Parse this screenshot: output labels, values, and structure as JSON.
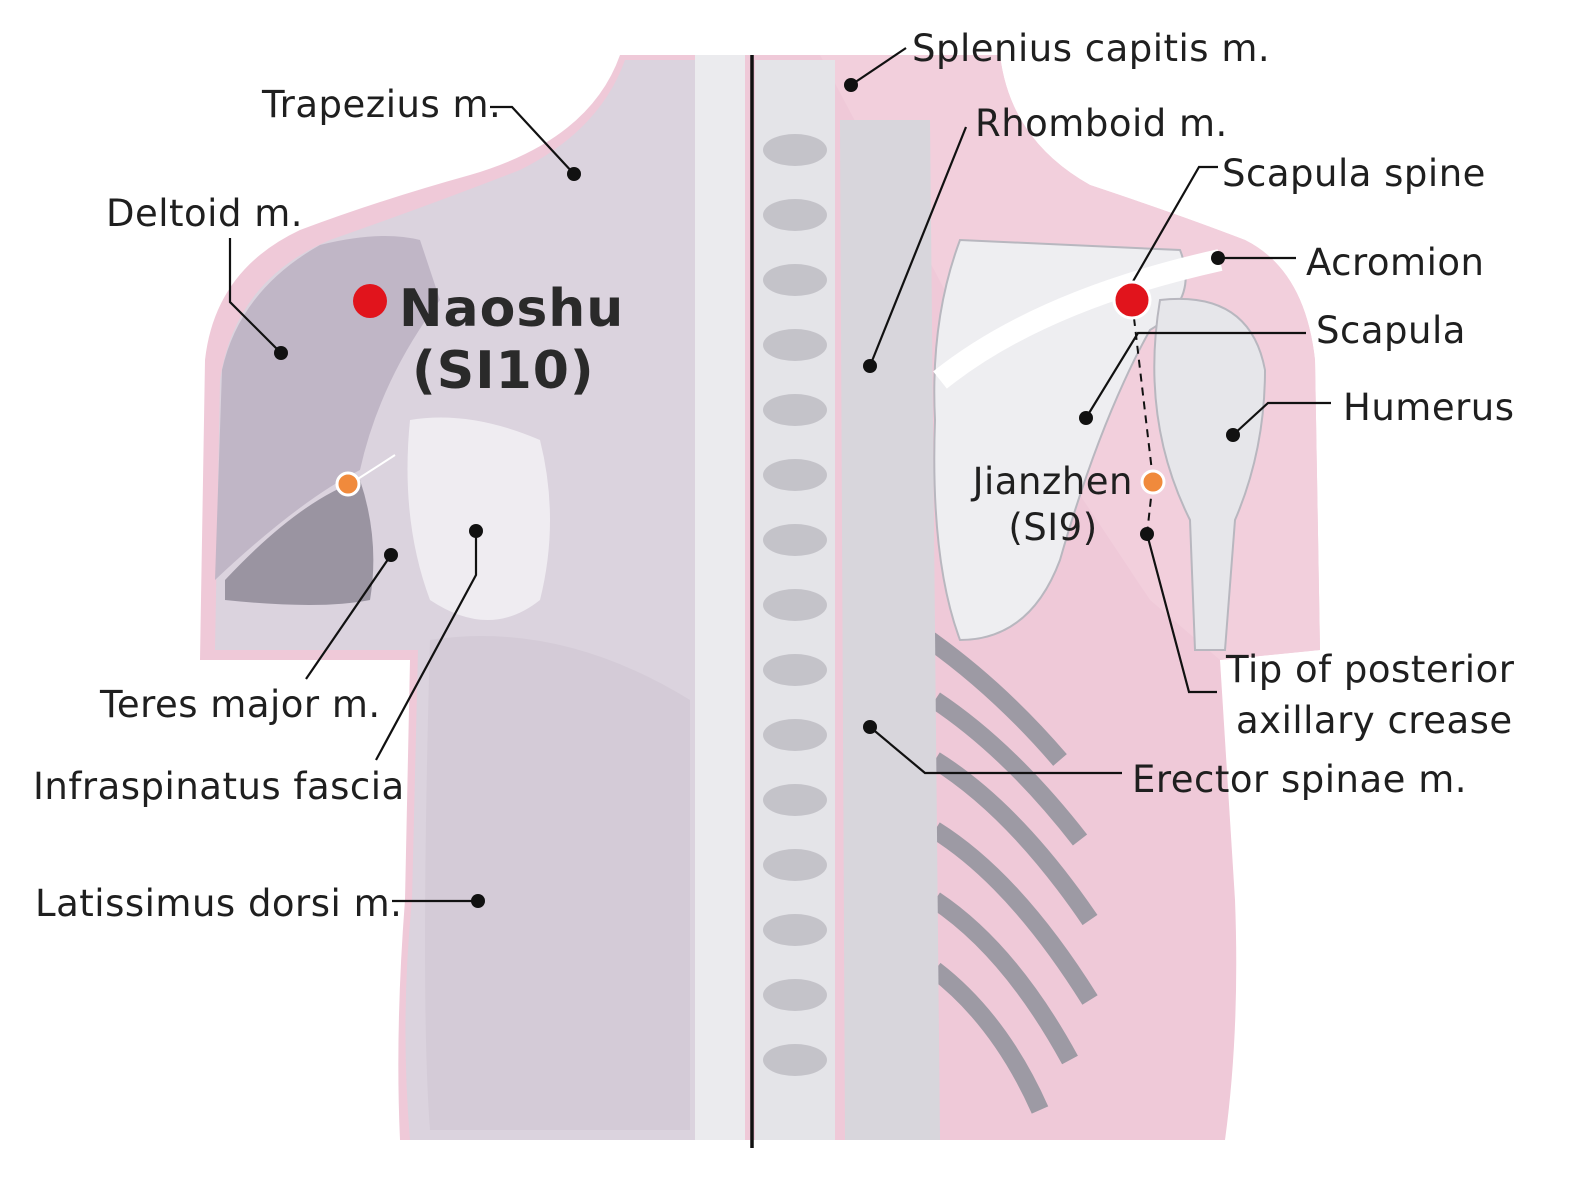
{
  "figure": {
    "colors": {
      "background": "#ffffff",
      "skin": "#efc9d8",
      "muscle": "#d9d4de",
      "bone": "#e9e9ed",
      "naoshu_point": "#e1141c",
      "jianzhen_point": "#f08a3c",
      "midline": "#111111",
      "text": "#1f1f1f"
    },
    "labels": {
      "trapezius": "Trapezius m.",
      "deltoid": "Deltoid m.",
      "teres_major": "Teres major m.",
      "infraspinatus_fascia": "Infraspinatus fascia",
      "latissimus_dorsi": "Latissimus dorsi m.",
      "splenius_capitis": "Splenius capitis m.",
      "rhomboid": "Rhomboid m.",
      "scapula_spine": "Scapula spine",
      "acromion": "Acromion",
      "scapula": "Scapula",
      "humerus": "Humerus",
      "jianzhen_name": "Jianzhen",
      "jianzhen_code": "(SI9)",
      "axillary_line1": "Tip of posterior",
      "axillary_line2": "axillary crease",
      "erector_spinae": "Erector spinae m."
    },
    "acupoint": {
      "name": "Naoshu",
      "code": "(SI10)"
    }
  }
}
